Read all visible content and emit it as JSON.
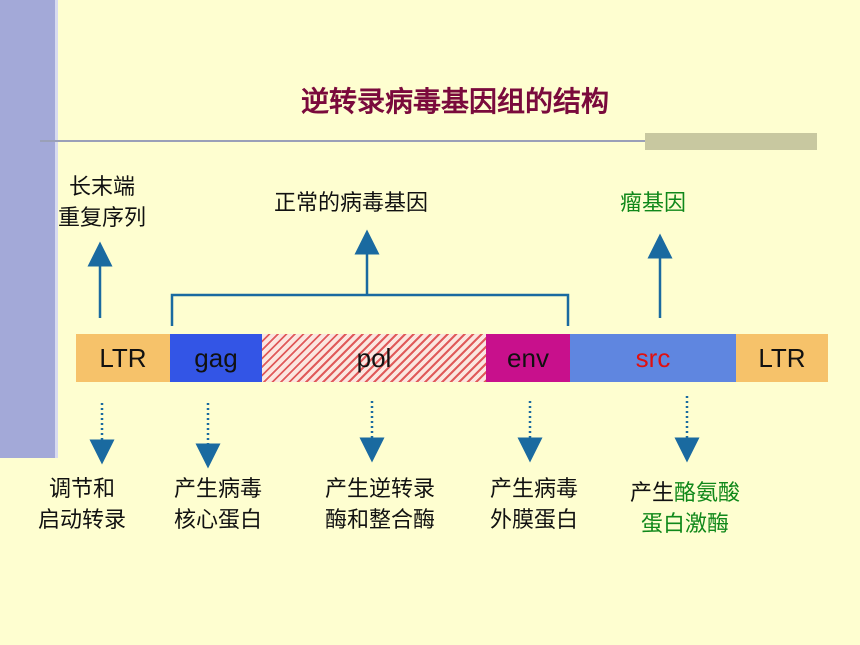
{
  "title": "逆转录病毒基因组的结构",
  "top_labels": {
    "ltr": [
      "长末端",
      "重复序列"
    ],
    "normal_genes": "正常的病毒基因",
    "oncogene": "瘤基因"
  },
  "genes": [
    {
      "name": "LTR",
      "fill": "#f6c26a",
      "text_color": "#111111"
    },
    {
      "name": "gag",
      "fill": "#3355e6",
      "text_color": "#111111"
    },
    {
      "name": "pol",
      "fill": "hatched",
      "text_color": "#111111"
    },
    {
      "name": "env",
      "fill": "#c8108c",
      "text_color": "#111111"
    },
    {
      "name": "src",
      "fill": "#5f86e0",
      "text_color": "#e01010"
    },
    {
      "name": "LTR",
      "fill": "#f6c26a",
      "text_color": "#111111"
    }
  ],
  "bottom_labels": {
    "ltr": [
      "调节和",
      "启动转录"
    ],
    "gag": [
      "产生病毒",
      "核心蛋白"
    ],
    "pol": [
      "产生逆转录",
      "酶和整合酶"
    ],
    "env": [
      "产生病毒",
      "外膜蛋白"
    ],
    "src_prefix": "产生",
    "src_highlight": "酪氨酸",
    "src_line2": "蛋白激酶"
  },
  "colors": {
    "title": "#7a0a3c",
    "arrow": "#1a6aa0",
    "green": "#10881a",
    "background": "#fefed0"
  }
}
